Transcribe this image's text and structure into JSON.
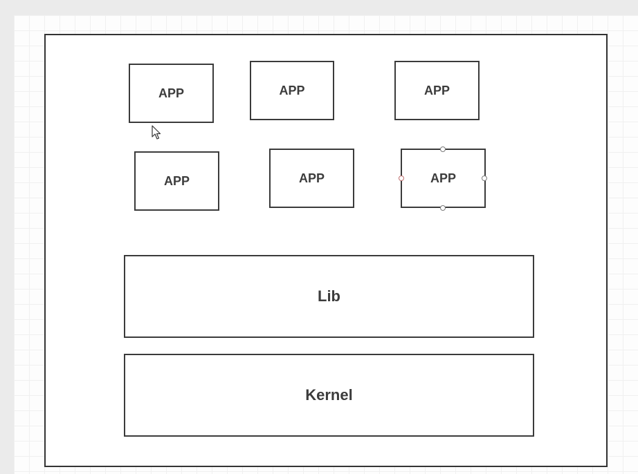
{
  "diagram": {
    "apps": [
      {
        "label": "APP"
      },
      {
        "label": "APP"
      },
      {
        "label": "APP"
      },
      {
        "label": "APP"
      },
      {
        "label": "APP"
      },
      {
        "label": "APP"
      }
    ],
    "layers": {
      "lib": "Lib",
      "kernel": "Kernel"
    },
    "selected_box": "app-box-6",
    "colors": {
      "border": "#3a3a3a",
      "text": "#3c3c3c",
      "canvas": "#fdfdfd",
      "grid": "#f0f0f0"
    }
  }
}
